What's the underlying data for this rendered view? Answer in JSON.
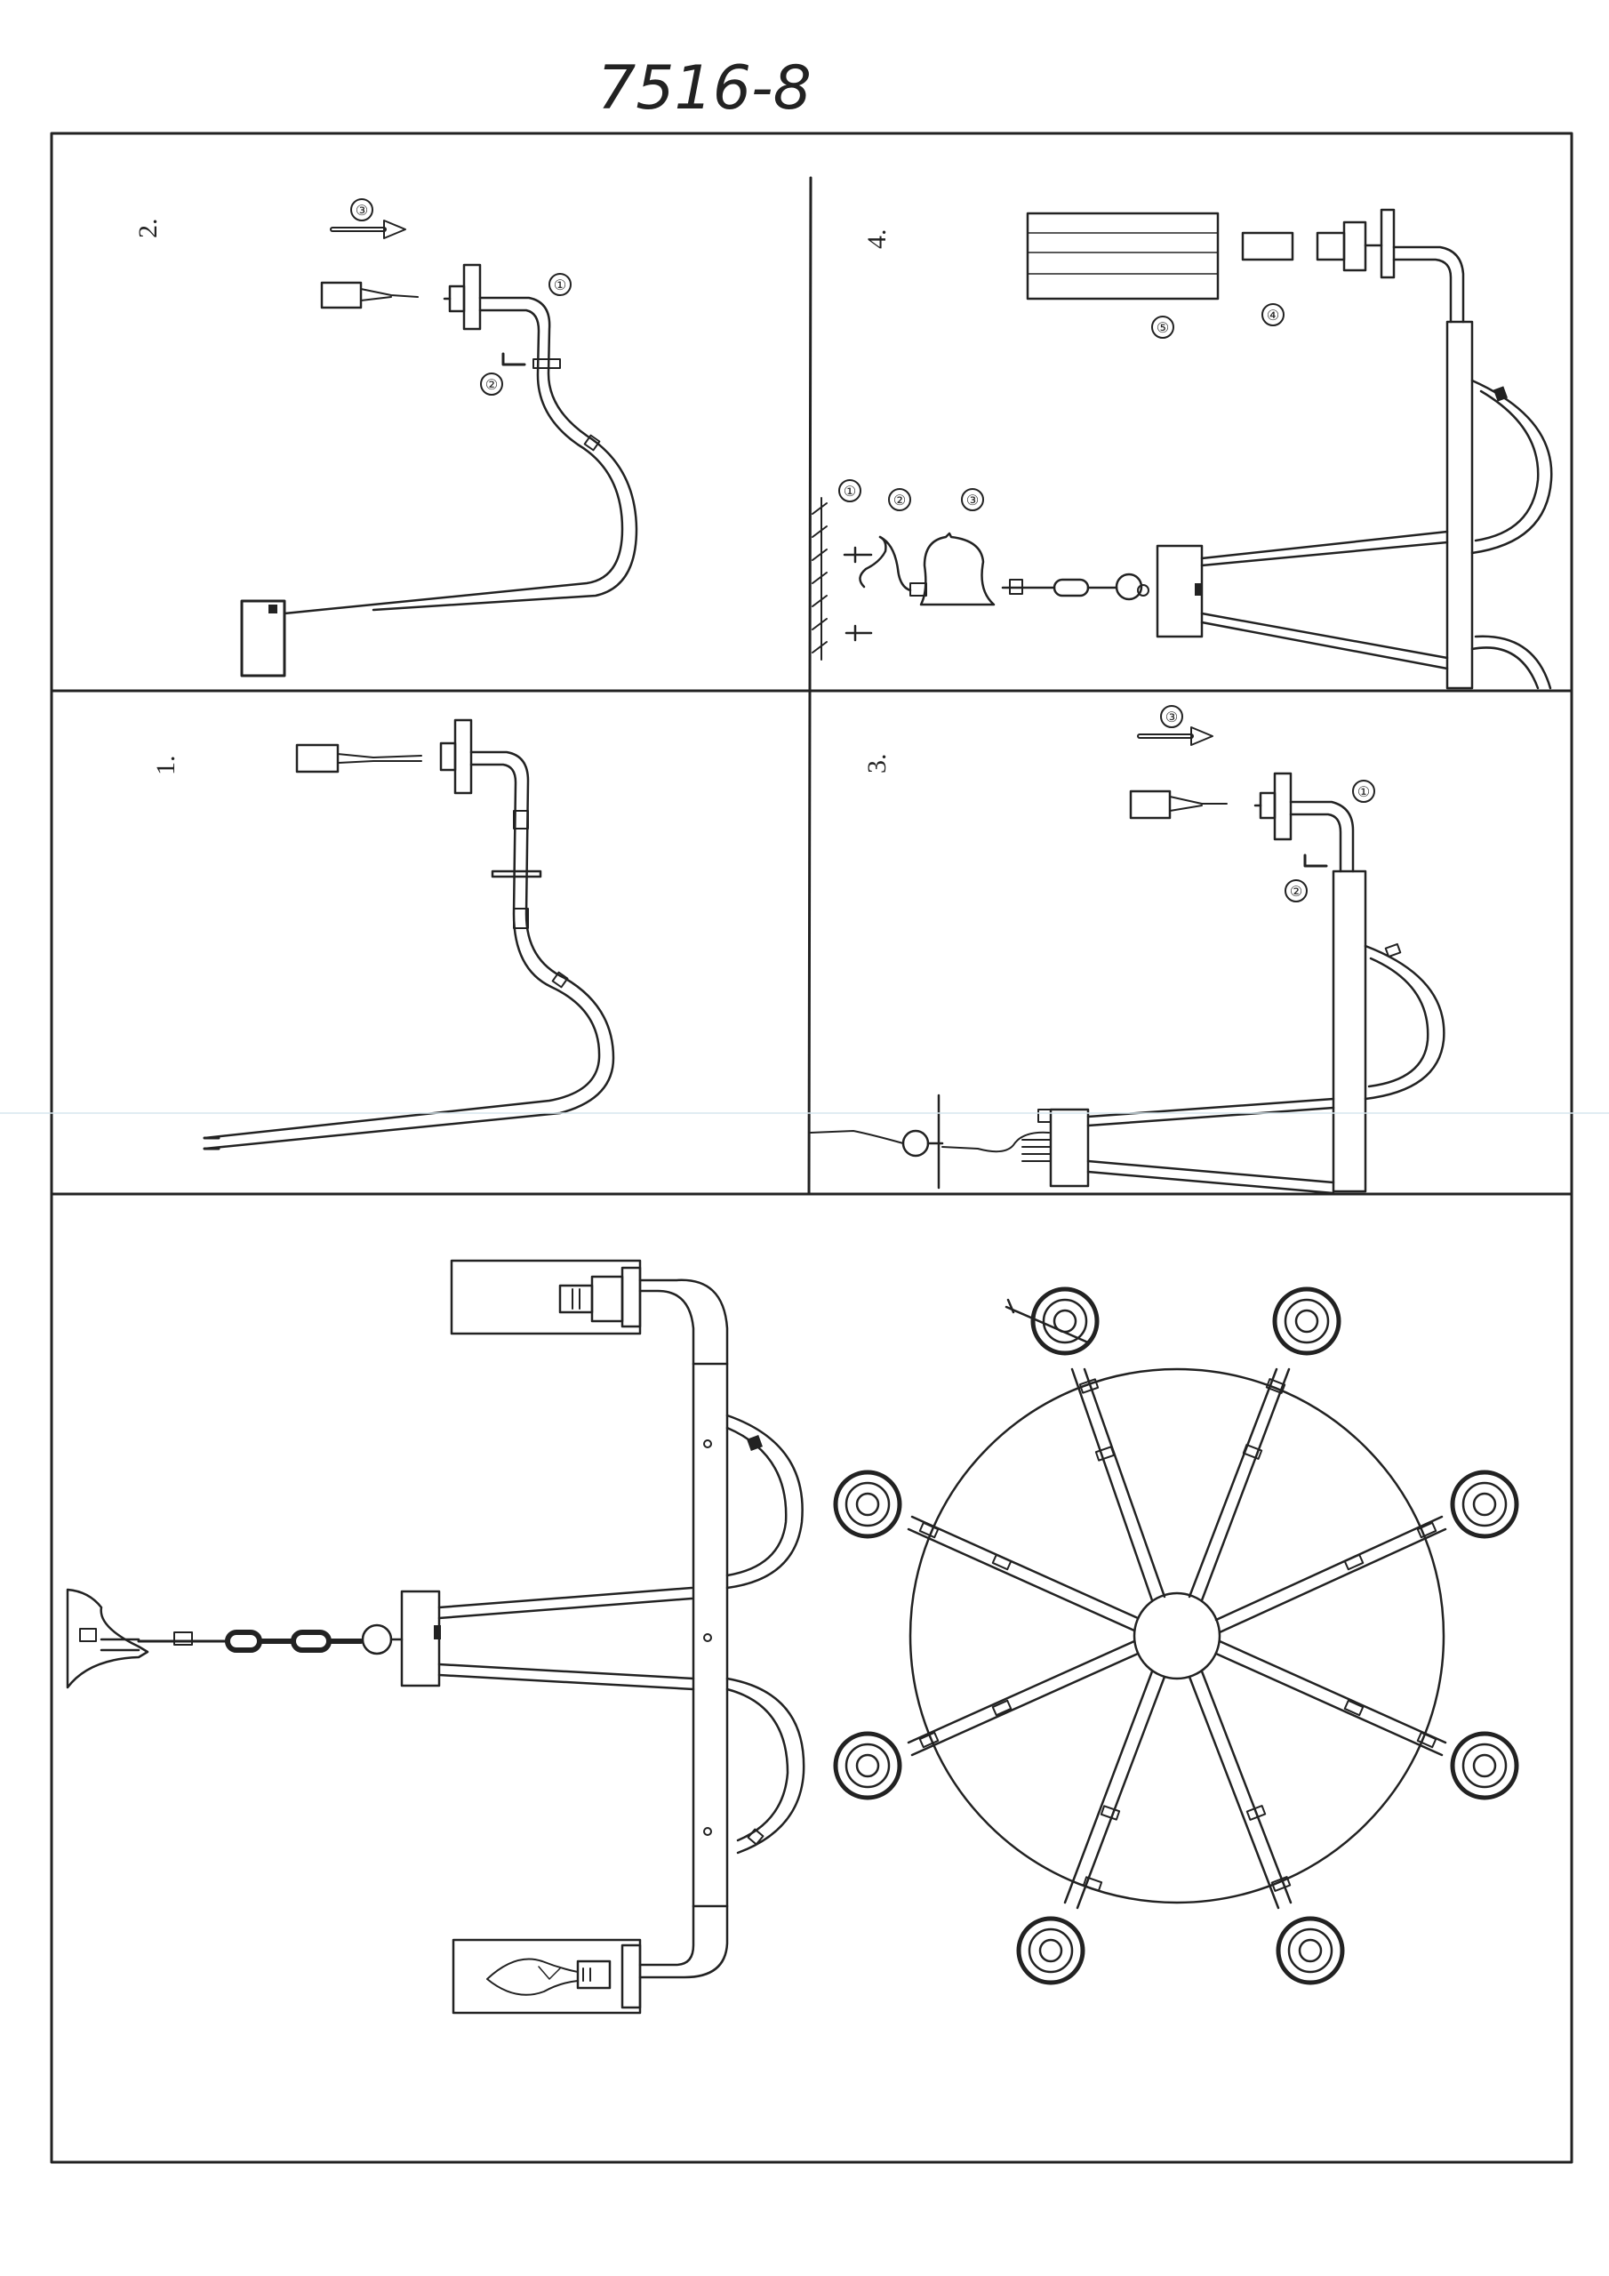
{
  "document": {
    "model_number": "7516-8"
  },
  "panels": {
    "step1": {
      "number": "1."
    },
    "step2": {
      "number": "2.",
      "callouts": [
        "①",
        "②",
        "③"
      ]
    },
    "step3": {
      "number": "3.",
      "callouts": [
        "①",
        "②",
        "③"
      ]
    },
    "step4": {
      "number": "4.",
      "callouts": [
        "①",
        "②",
        "③",
        "④",
        "⑤"
      ]
    }
  },
  "colors": {
    "ink": "#222222",
    "paper": "#ffffff"
  }
}
